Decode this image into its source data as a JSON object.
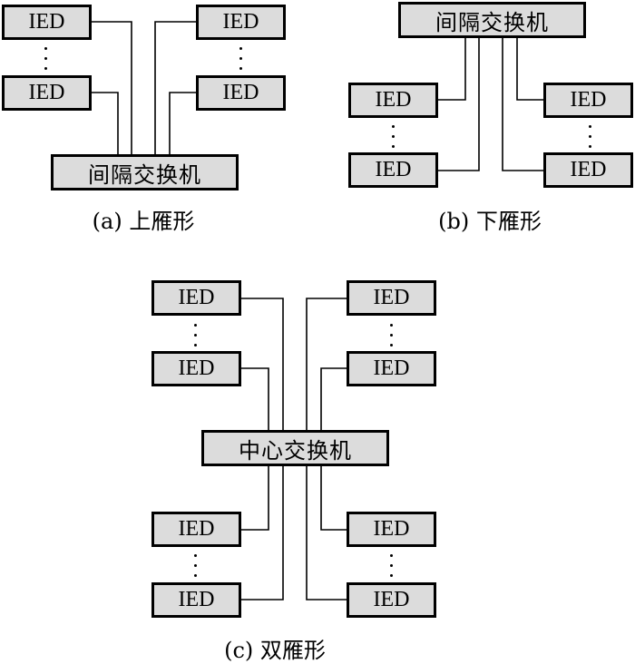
{
  "diagrams": [
    {
      "id": "a",
      "caption": "(a) 上雁形",
      "switch_label": "间隔交换机",
      "switch_position": "bottom",
      "ied_label": "IED",
      "left_ieds": [
        "IED",
        "IED"
      ],
      "right_ieds": [
        "IED",
        "IED"
      ],
      "ellipsis": "⋮"
    },
    {
      "id": "b",
      "caption": "(b) 下雁形",
      "switch_label": "间隔交换机",
      "switch_position": "top",
      "ied_label": "IED",
      "left_ieds": [
        "IED",
        "IED"
      ],
      "right_ieds": [
        "IED",
        "IED"
      ],
      "ellipsis": "⋮"
    },
    {
      "id": "c",
      "caption": "(c) 双雁形",
      "switch_label": "中心交换机",
      "switch_position": "center",
      "ied_label": "IED",
      "upper_left_ieds": [
        "IED",
        "IED"
      ],
      "upper_right_ieds": [
        "IED",
        "IED"
      ],
      "lower_left_ieds": [
        "IED",
        "IED"
      ],
      "lower_right_ieds": [
        "IED",
        "IED"
      ],
      "ellipsis": "⋮"
    }
  ],
  "colors": {
    "box_fill": "#dcdcdc",
    "box_border": "#000000",
    "line": "#000000",
    "background": "#ffffff"
  }
}
